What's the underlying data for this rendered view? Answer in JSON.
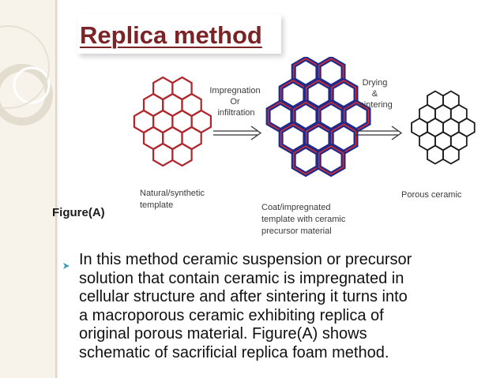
{
  "slide": {
    "title": "Replica method",
    "figure_label": "Figure(A)"
  },
  "diagram": {
    "arrow1_label": [
      "Impregnation",
      "Or",
      "infiltration"
    ],
    "arrow2_label": [
      "Drying",
      "&",
      "sintering"
    ],
    "template_label": [
      "Natural/synthetic",
      "template"
    ],
    "coated_label": [
      "Coat/impregnated",
      "template with ceramic",
      "precursor material"
    ],
    "porous_label": [
      "Porous ceramic"
    ],
    "colors": {
      "template_stroke": "#b0262c",
      "coat_outer": "#1f2a8a",
      "coat_inner": "#d62e2e",
      "porous_stroke": "#1a1a1a"
    }
  },
  "bullet": {
    "icon": "pin-icon",
    "lines": [
      "In this method ceramic suspension or precursor",
      "solution that contain ceramic is impregnated in",
      "cellular structure and after sintering it turns into",
      "a macroporous ceramic exhibiting replica of",
      "original porous material. Figure(A) shows",
      "schematic of sacrificial replica foam method."
    ]
  },
  "theme": {
    "title_color": "#7b2427",
    "sidebar_color": "#f7f3ea",
    "bullet_color": "#3f9fb8"
  }
}
